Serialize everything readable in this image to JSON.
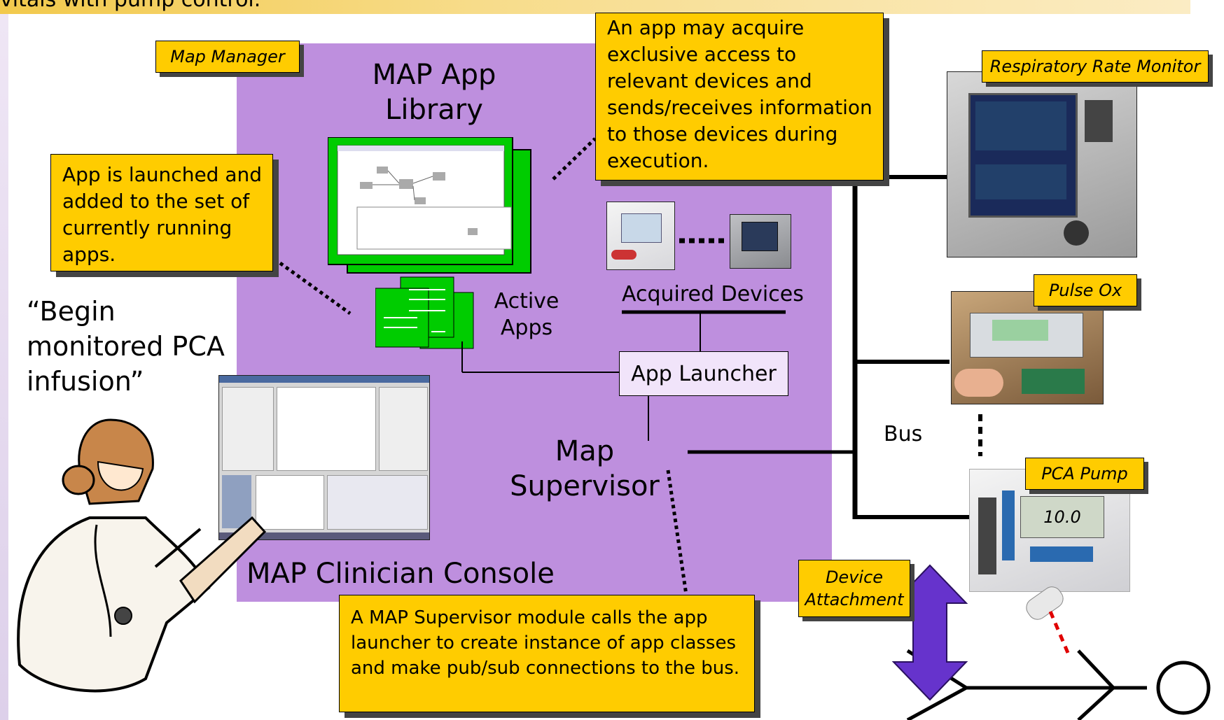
{
  "header": {
    "title": "vitals with pump control."
  },
  "map_manager": {
    "label": "Map Manager"
  },
  "app_library": {
    "title": "MAP App Library"
  },
  "callouts": {
    "exclusive_access": "An app may acquire exclusive access to relevant devices and sends/receives information to those devices during execution.",
    "app_launched": "App is launched and added to the set of currently running apps.",
    "supervisor_module": "A MAP Supervisor module calls the app launcher to create instance of app classes and make pub/sub connections to the bus."
  },
  "labels": {
    "active_apps": "Active Apps",
    "acquired_devices": "Acquired Devices",
    "app_launcher": "App Launcher",
    "map_supervisor": "Map Supervisor",
    "clinician_console": "MAP Clinician Console",
    "bus": "Bus",
    "quote": "“Begin monitored PCA infusion”"
  },
  "device_tags": {
    "respiratory": "Respiratory Rate Monitor",
    "pulse_ox": "Pulse Ox",
    "pca_pump": "PCA Pump",
    "device_attachment": "Device Attachment"
  },
  "pump_display": {
    "value": "10.0"
  },
  "colors": {
    "manager_bg": "#be8fde",
    "callout_bg": "#ffcc00",
    "app_green": "#00cc00",
    "attachment_arrow": "#6633cc"
  }
}
